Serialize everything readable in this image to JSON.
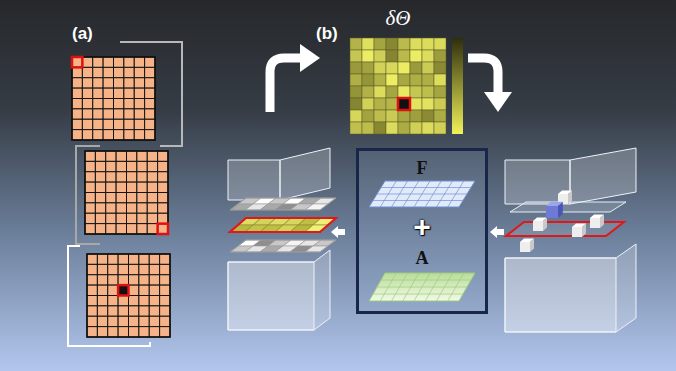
{
  "diagram": {
    "nodes": [
      {
        "text": [
          "δΘ"
        ]
      },
      {
        "text": [
          "+"
        ]
      },
      {
        "text": [
          "F"
        ],
        "in": 1
      },
      {
        "text": [
          "A"
        ],
        "in": 1
      }
    ],
    "labels": [
      "(a)",
      "(b)"
    ]
  }
}
